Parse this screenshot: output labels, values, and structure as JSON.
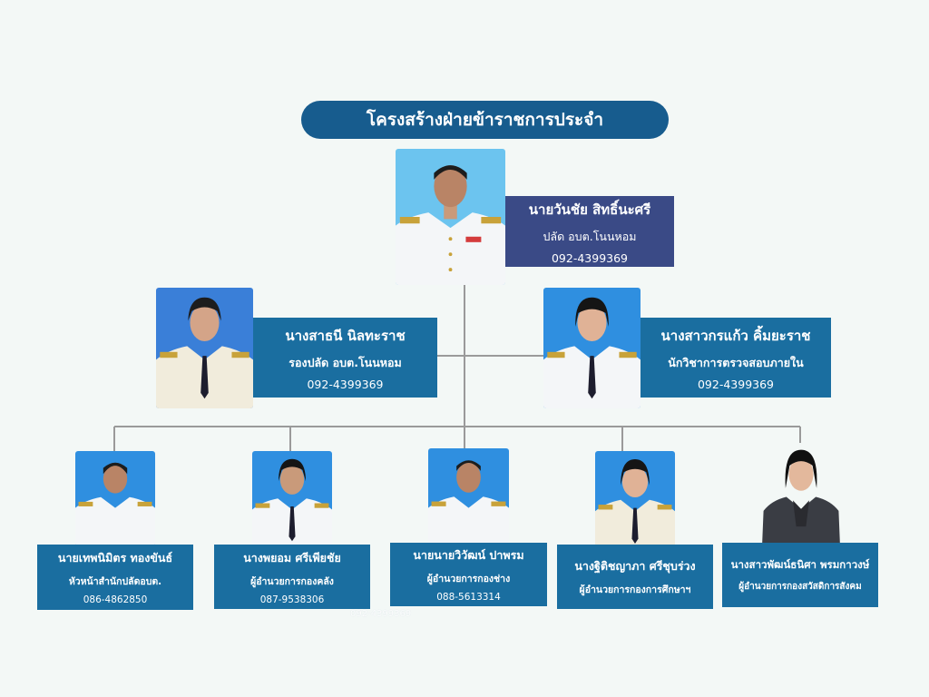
{
  "title": "โครงสร้างฝ่ายข้าราชการประจำ",
  "colors": {
    "title_bg": "#175c8e",
    "top_card_bg": "#3a4a86",
    "card_bg": "#1a6ea0",
    "connector": "#9a9a9a",
    "photo_bg": "#2f8fe0",
    "uniform": "#f4f6f8"
  },
  "top": {
    "name": "นายวันชัย สิทธิ์นะศรี",
    "position": "ปลัด อบต.โนนหอม",
    "phone": "092-4399369"
  },
  "second": [
    {
      "name": "นางสาธนี นิลทะราช",
      "position": "รองปลัด อบต.โนนหอม",
      "phone": "092-4399369"
    },
    {
      "name": "นางสาวกรแก้ว คิ้มยะราช",
      "position": "นักวิชาการตรวจสอบภายใน",
      "phone": "092-4399369"
    }
  ],
  "third": [
    {
      "name": "นายเทพนิมิตร ทองขันธ์",
      "position": "หัวหน้าสำนักปลัดอบต.",
      "phone": "086-4862850"
    },
    {
      "name": "นางพยอม ศรีเพียชัย",
      "position": "ผู้อำนวยการกองคลัง",
      "phone": "087-9538306"
    },
    {
      "name": "นายนายวิวัฒน์ ปาพรม",
      "position": "ผู้อำนวยการกองช่าง",
      "phone": "088-5613314"
    },
    {
      "name": "นางฐิติชญาภา ศรีชุบร่วง",
      "position": "ผู้อำนวยการกองการศึกษาฯ",
      "phone": ""
    },
    {
      "name": "นางสาวพัฒน์ธนิศา พรมกาวงษ์",
      "position": "ผู้อำนวยการกองสวัสดิการสังคม",
      "phone": ""
    }
  ],
  "ghost_text": "092-4399369"
}
